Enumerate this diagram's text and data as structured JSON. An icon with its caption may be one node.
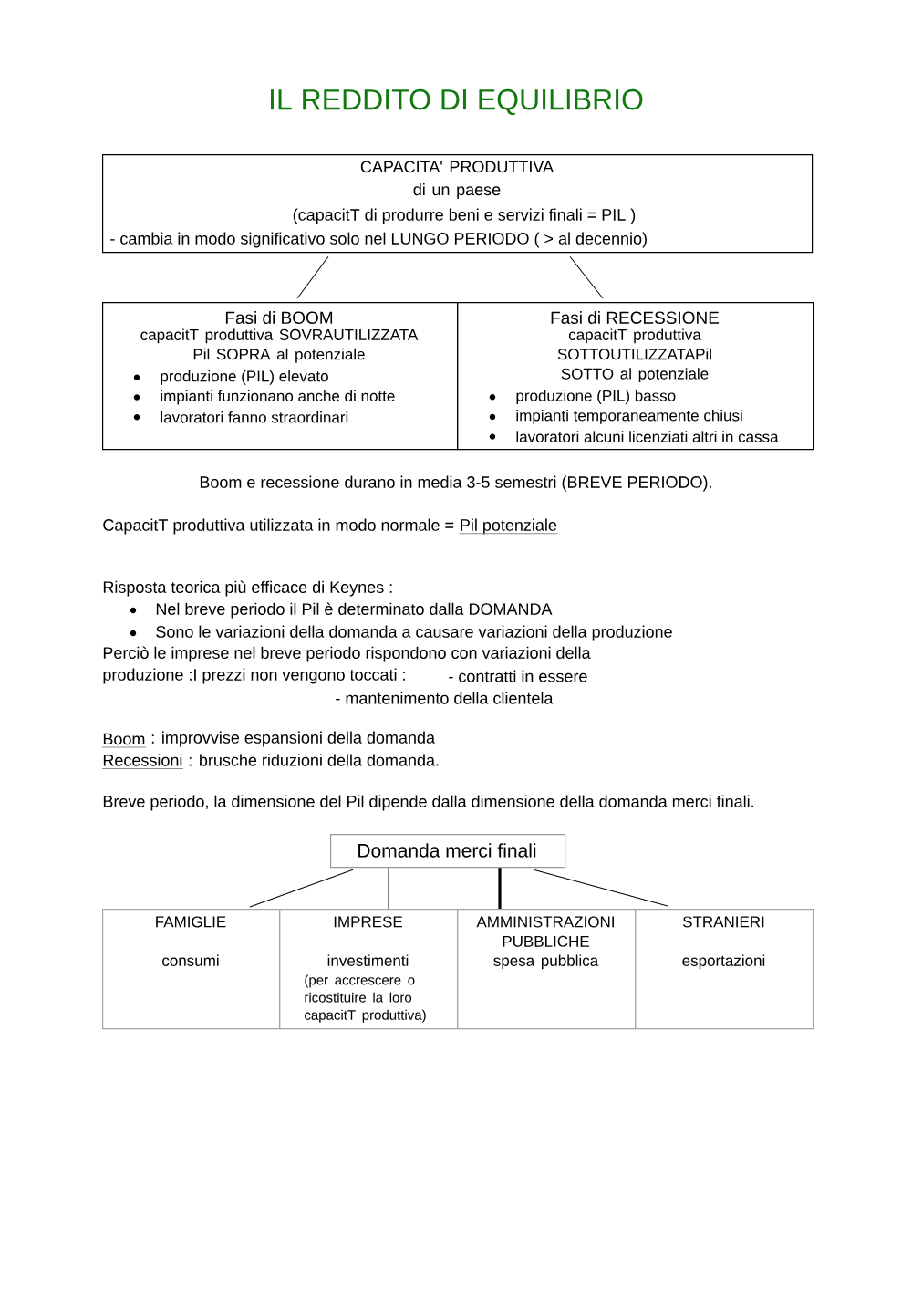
{
  "diagram": {
    "title": "IL REDDITO DI EQUILIBRIO",
    "nodes": [
      {
        "text": [
          "CAPACITA' PRODUTTIVA di un paese",
          "(capacitT di produrre beni e servizi finali = PIL )",
          "- cambia in modo significativo solo nel LUNGO PERIODO ( > al decennio)"
        ]
      },
      {
        "text": [
          "Fasi di BOOM",
          "capacitT produttiva SOVRAUTILIZZATA Pil SOPRA al potenziale",
          "produzione (PIL) elevato",
          "impianti funzionano anche di notte",
          "lavoratori fanno straordinari"
        ]
      },
      {
        "text": [
          "Fasi di RECESSIONE",
          "capacitT produttiva SOTTOUTILIZZATAPil SOTTO al potenziale",
          "produzione (PIL) basso",
          "impianti temporaneamente chiusi",
          "lavoratori alcuni licenziati altri in cassa"
        ]
      },
      {
        "text": [
          "Domanda merci finali"
        ]
      },
      {
        "text": [
          "FAMIGLIE",
          "consumi"
        ]
      },
      {
        "text": [
          "IMPRESE",
          "investimenti",
          "(per accrescere o ricostituire la loro capacitT produttiva)"
        ]
      },
      {
        "text": [
          "AMMINISTRAZIONI PUBBLICHE",
          "spesa pubblica"
        ]
      },
      {
        "text": [
          "STRANIERI",
          "esportazioni"
        ]
      }
    ],
    "edges": [
      {
        "from": 0,
        "to": 1,
        "arrow": "none"
      },
      {
        "from": 0,
        "to": 2,
        "arrow": "none"
      },
      {
        "from": 3,
        "to": 4,
        "arrow": "none"
      },
      {
        "from": 3,
        "to": 5,
        "arrow": "none"
      },
      {
        "from": 3,
        "to": 6,
        "arrow": "none",
        "style": "thick"
      },
      {
        "from": 3,
        "to": 7,
        "arrow": "none"
      }
    ],
    "labels": [
      "Boom e recessione durano in media 3-5 semestri (BREVE PERIODO).",
      "CapacitT produttiva utilizzata in modo normale =",
      "Pil potenziale",
      "Risposta teorica più efficace di Keynes :",
      "Nel breve periodo il Pil è determinato dalla DOMANDA",
      "Sono le variazioni della domanda a causare variazioni della produzione",
      "Perciò le imprese nel breve periodo rispondono con variazioni della",
      "produzione :I prezzi non vengono toccati :",
      "- contratti in essere",
      "- mantenimento della clientela",
      "Boom",
      ": improvvise espansioni della domanda",
      "Recessioni",
      ": brusche riduzioni della domanda.",
      "Breve periodo, la dimensione del Pil dipende dalla dimensione della domanda merci finali."
    ]
  }
}
